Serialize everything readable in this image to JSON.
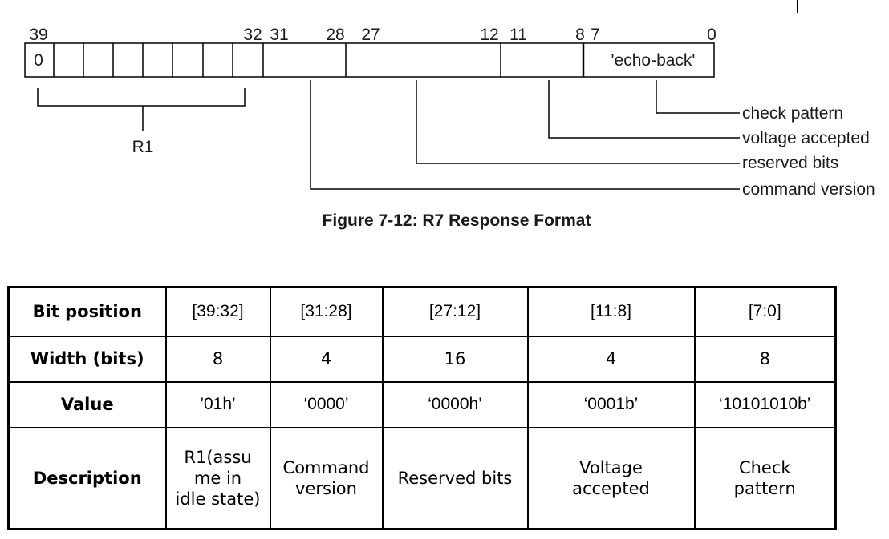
{
  "diagram": {
    "bit_numbers": [
      "39",
      "32",
      "31",
      "28",
      "27",
      "12",
      "11",
      "8",
      "7",
      "0"
    ],
    "first_cell_value": "0",
    "echo_field": "'echo-back'",
    "r1_label": "R1",
    "callouts": [
      "check pattern",
      "voltage accepted",
      "reserved bits",
      "command version"
    ],
    "caption": "Figure 7-12: R7 Response Format"
  },
  "table": {
    "rows": [
      {
        "header": "Bit position",
        "cells": [
          "[39:32]",
          "[31:28]",
          "[27:12]",
          "[11:8]",
          "[7:0]"
        ]
      },
      {
        "header": "Width (bits)",
        "cells": [
          "8",
          "4",
          "16",
          "4",
          "8"
        ]
      },
      {
        "header": "Value",
        "cells": [
          "’01h’",
          "‘0000’",
          "‘0000h’",
          "‘0001b’",
          "‘10101010b’"
        ]
      },
      {
        "header": "Description",
        "cells": [
          [
            "R1(assu",
            "me in",
            "idle state)"
          ],
          [
            "Command",
            "version"
          ],
          [
            "Reserved bits"
          ],
          [
            "Voltage",
            "accepted"
          ],
          [
            "Check",
            "pattern"
          ]
        ]
      }
    ]
  }
}
